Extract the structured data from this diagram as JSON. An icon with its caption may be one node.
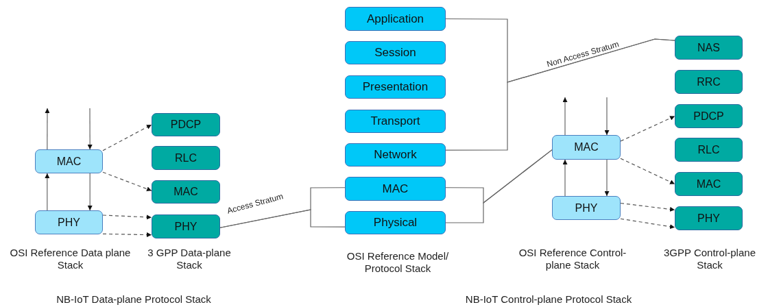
{
  "diagram": {
    "nodes": [
      {
        "text": [
          "MAC"
        ]
      },
      {
        "text": [
          "PHY"
        ]
      },
      {
        "text": [
          "PDCP"
        ]
      },
      {
        "text": [
          "RLC"
        ]
      },
      {
        "text": [
          "MAC"
        ]
      },
      {
        "text": [
          "PHY"
        ]
      },
      {
        "text": [
          "Application"
        ]
      },
      {
        "text": [
          "Session"
        ]
      },
      {
        "text": [
          "Presentation"
        ]
      },
      {
        "text": [
          "Transport"
        ]
      },
      {
        "text": [
          "Network"
        ]
      },
      {
        "text": [
          "MAC"
        ]
      },
      {
        "text": [
          "Physical"
        ]
      },
      {
        "text": [
          "MAC"
        ]
      },
      {
        "text": [
          "PHY"
        ]
      },
      {
        "text": [
          "NAS"
        ]
      },
      {
        "text": [
          "RRC"
        ]
      },
      {
        "text": [
          "PDCP"
        ]
      },
      {
        "text": [
          "RLC"
        ]
      },
      {
        "text": [
          "MAC"
        ]
      },
      {
        "text": [
          "PHY"
        ]
      }
    ],
    "edges": [
      {
        "from": 0,
        "to": null,
        "arrow": "to"
      },
      {
        "from": null,
        "to": 0,
        "arrow": "to"
      },
      {
        "from": 1,
        "to": 0,
        "arrow": "to"
      },
      {
        "from": 0,
        "to": 1,
        "arrow": "to"
      },
      {
        "from": 0,
        "to": 2,
        "arrow": "to",
        "style": "dashed"
      },
      {
        "from": 0,
        "to": 4,
        "arrow": "to",
        "style": "dashed"
      },
      {
        "from": 1,
        "to": 5,
        "arrow": "to",
        "style": "dashed"
      },
      {
        "from": 1,
        "to": 5,
        "arrow": "to",
        "style": "dashed"
      },
      {
        "from": 5,
        "to": 11,
        "arrow": "none",
        "label": "Access Stratum"
      },
      {
        "from": 5,
        "to": 12,
        "arrow": "none"
      },
      {
        "from": 11,
        "to": 13,
        "arrow": "none"
      },
      {
        "from": 12,
        "to": 13,
        "arrow": "none"
      },
      {
        "from": 6,
        "to": 15,
        "arrow": "none",
        "label": "Non Access Stratum"
      },
      {
        "from": 10,
        "to": 15,
        "arrow": "none"
      },
      {
        "from": 13,
        "to": null,
        "arrow": "to"
      },
      {
        "from": null,
        "to": 13,
        "arrow": "to"
      },
      {
        "from": 14,
        "to": 13,
        "arrow": "to"
      },
      {
        "from": 13,
        "to": 14,
        "arrow": "to"
      },
      {
        "from": 13,
        "to": 17,
        "arrow": "to",
        "style": "dashed"
      },
      {
        "from": 13,
        "to": 19,
        "arrow": "to",
        "style": "dashed"
      },
      {
        "from": 14,
        "to": 20,
        "arrow": "to",
        "style": "dashed"
      },
      {
        "from": 14,
        "to": 20,
        "arrow": "to",
        "style": "dashed"
      }
    ],
    "labels": [
      "OSI Reference Data plane Stack",
      "3 GPP Data-plane Stack",
      "OSI Reference Model/ Protocol Stack",
      "OSI Reference Control-plane Stack",
      "3GPP Control-plane Stack",
      "NB-IoT Data-plane Protocol Stack",
      "NB-IoT Control-plane Protocol Stack"
    ]
  }
}
